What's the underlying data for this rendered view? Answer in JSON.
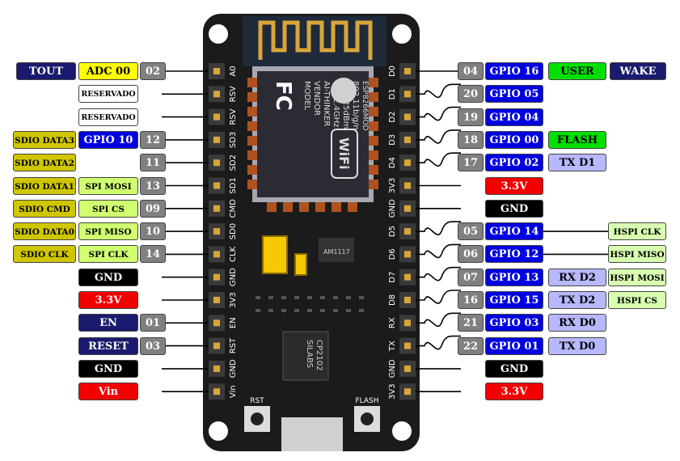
{
  "board": {
    "module_lines": [
      "MODEL",
      "VENDOR",
      "AI-THINKER",
      "ISM 2.4GHz",
      "PA +25dBm",
      "802.11b/g/n"
    ],
    "module_model": "ESP8266MOD",
    "wifi_logo": "WiFi",
    "fc_logo": "FC",
    "usb_chip_lines": [
      "SILABS",
      "CP2102"
    ],
    "regulator": "AM1117",
    "rst_label": "RST",
    "flash_label": "FLASH"
  },
  "left_pins": [
    "A0",
    "RSV",
    "RSV",
    "SD3",
    "SD2",
    "SD1",
    "CMD",
    "SD0",
    "CLK",
    "GND",
    "3V3",
    "EN",
    "RST",
    "GND",
    "Vin"
  ],
  "right_pins": [
    "D0",
    "D1",
    "D2",
    "D3",
    "D4",
    "3V3",
    "GND",
    "D5",
    "D6",
    "D7",
    "D8",
    "RX",
    "TX",
    "GND",
    "3V3"
  ],
  "left_rows": [
    {
      "num": "02",
      "func": "ADC 00",
      "extra": "TOUT"
    },
    {
      "func": "RESERVADO"
    },
    {
      "func": "RESERVADO"
    },
    {
      "num": "12",
      "func": "GPIO 10",
      "extra": "SDIO DATA3"
    },
    {
      "num": "11",
      "extra": "SDIO DATA2"
    },
    {
      "num": "13",
      "func": "SPI MOSI",
      "extra": "SDIO DATA1"
    },
    {
      "num": "09",
      "func": "SPI CS",
      "extra": "SDIO CMD"
    },
    {
      "num": "10",
      "func": "SPI MISO",
      "extra": "SDIO DATA0"
    },
    {
      "num": "14",
      "func": "SPI CLK",
      "extra": "SDIO CLK"
    },
    {
      "power": "GND"
    },
    {
      "power": "3.3V"
    },
    {
      "num": "01",
      "func": "EN"
    },
    {
      "num": "03",
      "func": "RESET"
    },
    {
      "power": "GND"
    },
    {
      "power": "Vin"
    }
  ],
  "right_rows": [
    {
      "num": "04",
      "gpio": "GPIO 16",
      "f1": "USER",
      "f2": "WAKE"
    },
    {
      "num": "20",
      "gpio": "GPIO 05"
    },
    {
      "num": "19",
      "gpio": "GPIO 04"
    },
    {
      "num": "18",
      "gpio": "GPIO 00",
      "f1": "FLASH"
    },
    {
      "num": "17",
      "gpio": "GPIO 02",
      "f1": "TX D1"
    },
    {
      "power": "3.3V"
    },
    {
      "power": "GND"
    },
    {
      "num": "05",
      "gpio": "GPIO 14",
      "f2": "HSPI CLK"
    },
    {
      "num": "06",
      "gpio": "GPIO 12",
      "f2": "HSPI MISO"
    },
    {
      "num": "07",
      "gpio": "GPIO 13",
      "f1": "RX D2",
      "f2": "HSPI MOSI"
    },
    {
      "num": "16",
      "gpio": "GPIO 15",
      "f1": "TX D2",
      "f2": "HSPI CS"
    },
    {
      "num": "21",
      "gpio": "GPIO 03",
      "f1": "RX D0"
    },
    {
      "num": "22",
      "gpio": "GPIO 01",
      "f1": "TX D0"
    },
    {
      "power": "GND"
    },
    {
      "power": "3.3V"
    }
  ],
  "colors": {
    "board": "#1b1b1b",
    "gold": "#d9a63a",
    "gpio_blue": "#0000e0",
    "navy": "#1a1a6e",
    "gray": "#808080",
    "red": "#f20000",
    "black": "#000000",
    "yellow": "#ffff00",
    "green": "#00e000",
    "lightgreen": "#d0ff70",
    "olive": "#cfc600",
    "lavender": "#b8b8ff",
    "lime_pale": "#d8ffb0"
  }
}
